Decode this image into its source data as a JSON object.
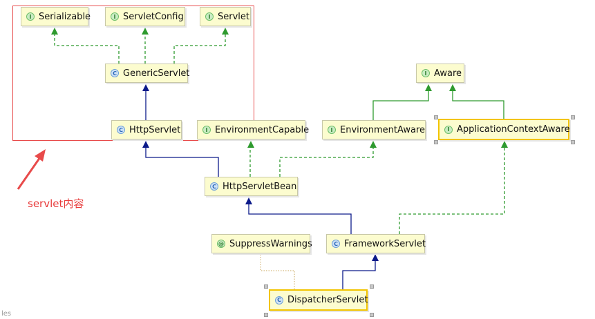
{
  "annotation": {
    "note": "servlet内容"
  },
  "corner_text": "les",
  "nodes": [
    {
      "id": "serializable",
      "label": "Serializable",
      "kind": "i"
    },
    {
      "id": "servletconfig",
      "label": "ServletConfig",
      "kind": "i"
    },
    {
      "id": "servlet",
      "label": "Servlet",
      "kind": "i"
    },
    {
      "id": "genericservlet",
      "label": "GenericServlet",
      "kind": "c"
    },
    {
      "id": "httpservlet",
      "label": "HttpServlet",
      "kind": "c"
    },
    {
      "id": "environmentcapable",
      "label": "EnvironmentCapable",
      "kind": "i"
    },
    {
      "id": "aware",
      "label": "Aware",
      "kind": "i"
    },
    {
      "id": "environmentaware",
      "label": "EnvironmentAware",
      "kind": "i"
    },
    {
      "id": "applicationcontextaware",
      "label": "ApplicationContextAware",
      "kind": "i",
      "selected": true
    },
    {
      "id": "httpservletbean",
      "label": "HttpServletBean",
      "kind": "c"
    },
    {
      "id": "suppresswarnings",
      "label": "SuppressWarnings",
      "kind": "a"
    },
    {
      "id": "frameworkservlet",
      "label": "FrameworkServlet",
      "kind": "c"
    },
    {
      "id": "dispatcherservlet",
      "label": "DispatcherServlet",
      "kind": "c",
      "selected": true
    }
  ],
  "badge_letters": {
    "i": "I",
    "c": "C",
    "a": "@"
  },
  "edges": [
    {
      "from": "genericservlet",
      "to": "serializable",
      "type": "implements"
    },
    {
      "from": "genericservlet",
      "to": "servletconfig",
      "type": "implements"
    },
    {
      "from": "genericservlet",
      "to": "servlet",
      "type": "implements"
    },
    {
      "from": "httpservlet",
      "to": "genericservlet",
      "type": "extends"
    },
    {
      "from": "httpservletbean",
      "to": "httpservlet",
      "type": "extends"
    },
    {
      "from": "httpservletbean",
      "to": "environmentcapable",
      "type": "implements"
    },
    {
      "from": "httpservletbean",
      "to": "environmentaware",
      "type": "implements"
    },
    {
      "from": "environmentaware",
      "to": "aware",
      "type": "extends-interface"
    },
    {
      "from": "applicationcontextaware",
      "to": "aware",
      "type": "extends-interface"
    },
    {
      "from": "frameworkservlet",
      "to": "httpservletbean",
      "type": "extends"
    },
    {
      "from": "frameworkservlet",
      "to": "applicationcontextaware",
      "type": "implements"
    },
    {
      "from": "dispatcherservlet",
      "to": "frameworkservlet",
      "type": "extends"
    },
    {
      "from": "dispatcherservlet",
      "to": "suppresswarnings",
      "type": "annotated"
    }
  ],
  "colors": {
    "extends": "#0c1a8a",
    "implements": "#2e9a2e",
    "annotation": "#c9a65a",
    "highlight": "#e84a4a",
    "selected_border": "#f2c400"
  }
}
